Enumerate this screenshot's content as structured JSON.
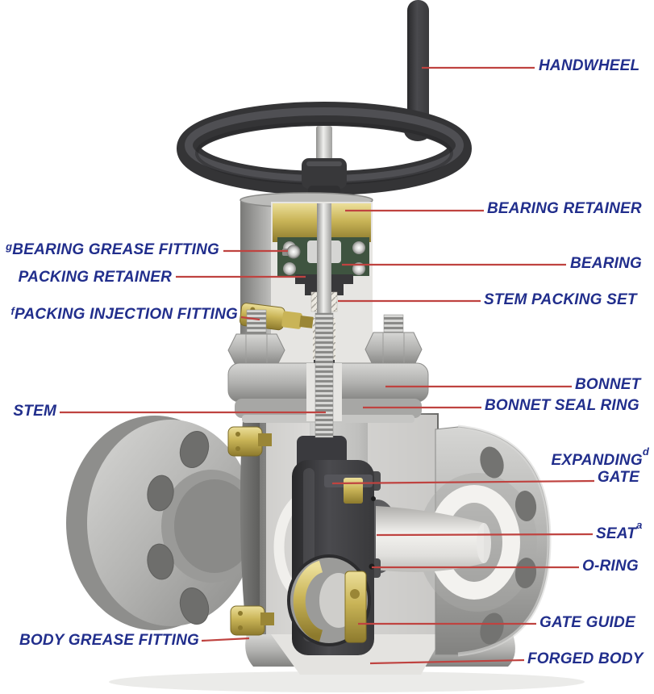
{
  "colors": {
    "background": "#ffffff",
    "label_text": "#212e8c",
    "leader_line": "#bf4340",
    "brass": "#c9b457",
    "charcoal": "#3a3a3e",
    "metal_gray": "#b2b2b0"
  },
  "labels": {
    "handwheel": {
      "text": "HANDWHEEL"
    },
    "bearing_retainer": {
      "text": "BEARING RETAINER"
    },
    "bearing": {
      "text": "BEARING"
    },
    "stem_packing_set": {
      "text": "STEM PACKING SET"
    },
    "bearing_grease_fitting": {
      "pre_sup": "g",
      "text": "BEARING GREASE FITTING"
    },
    "packing_retainer": {
      "text": "PACKING RETAINER"
    },
    "packing_injection_fitting": {
      "pre_sup": "f",
      "text": "PACKING INJECTION FITTING"
    },
    "bonnet": {
      "text": "BONNET"
    },
    "bonnet_seal_ring": {
      "text": "BONNET SEAL RING"
    },
    "stem": {
      "text": "STEM"
    },
    "expanding_gate": {
      "line1": "EXPANDING",
      "line1_sup": "d",
      "line2": "GATE"
    },
    "seat": {
      "text": "SEAT",
      "sup": "a"
    },
    "o_ring": {
      "text": "O-RING"
    },
    "gate_guide": {
      "text": "GATE GUIDE"
    },
    "forged_body": {
      "text": "FORGED BODY"
    },
    "body_grease_fitting": {
      "text": "BODY GREASE FITTING"
    }
  }
}
